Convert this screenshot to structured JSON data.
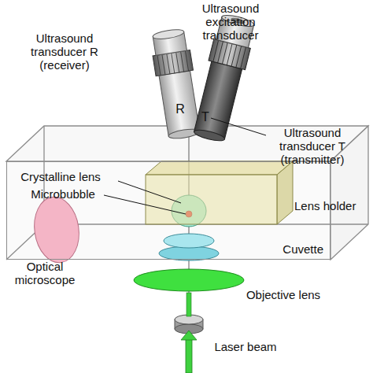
{
  "diagram": {
    "nodes": [
      {
        "text": [
          "R"
        ]
      },
      {
        "text": [
          "T"
        ]
      },
      {
        "text": [
          "Cuvette"
        ]
      },
      {
        "text": [
          "Lens holder"
        ],
        "in": 2
      }
    ],
    "labels": [
      "Ultrasound transducer R (receiver)",
      "Ultrasound excitation transducer",
      "Ultrasound transducer T (transmitter)",
      "Crystalline lens",
      "Microbubble",
      "Optical microscope",
      "Objective lens",
      "Laser beam"
    ]
  }
}
